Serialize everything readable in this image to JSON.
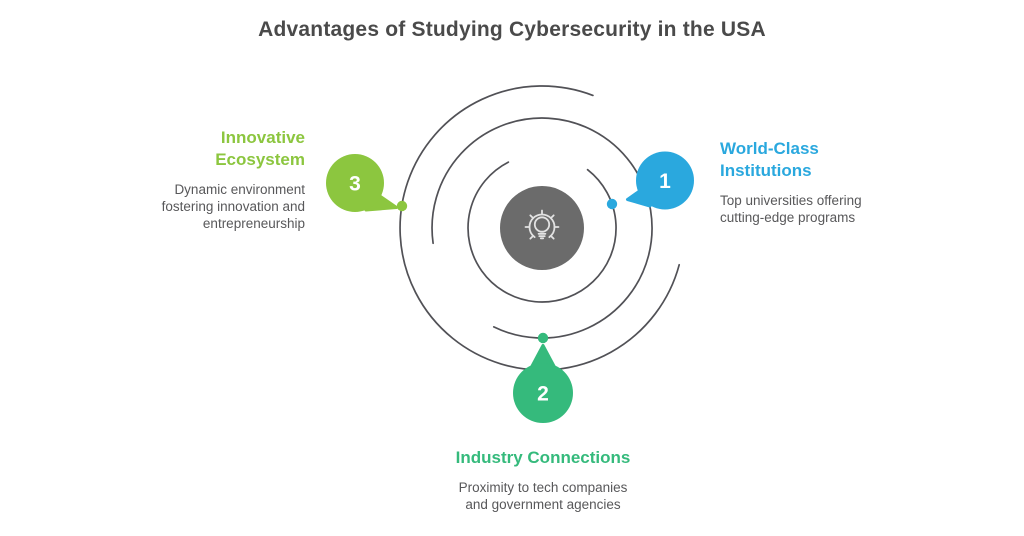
{
  "title": "Advantages of Studying Cybersecurity in the USA",
  "center": {
    "icon": "gear-lightbulb-icon",
    "circle_color": "#6b6b6b"
  },
  "items": [
    {
      "number": "1",
      "heading": "World-Class\nInstitutions",
      "description": "Top universities offering\ncutting-edge programs",
      "color": "#2aa8de",
      "position": "right"
    },
    {
      "number": "2",
      "heading": "Industry Connections",
      "description": "Proximity to tech companies\nand government agencies",
      "color": "#35ba7c",
      "position": "bottom"
    },
    {
      "number": "3",
      "heading": "Innovative\nEcosystem",
      "description": "Dynamic environment\nfostering innovation and\nentrepreneurship",
      "color": "#8cc63f",
      "position": "left"
    }
  ],
  "colors": {
    "blue": "#2aa8de",
    "green": "#35ba7c",
    "lime": "#8cc63f",
    "ring_gray": "#515156",
    "center_gray": "#6b6b6b",
    "title_text": "#4a4a4a",
    "body_text": "#58585a",
    "background": "#ffffff"
  }
}
